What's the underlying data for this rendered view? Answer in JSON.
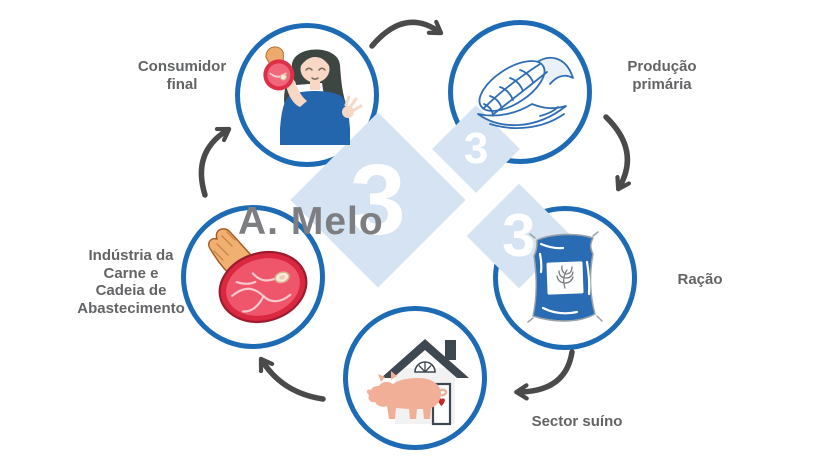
{
  "watermark": {
    "brand": "A. Melo",
    "digit": "3"
  },
  "colors": {
    "circle_border": "#1C6BB4",
    "arrow": "#4A4A4A",
    "label_text": "#636466",
    "watermark_diamond": "#D5E3F2",
    "watermark_digit": "#FFFFFF",
    "watermark_brand": "#7C7E81"
  },
  "cycle": {
    "nodes": [
      {
        "id": "consumidor-final",
        "label": "Consumidor\nfinal",
        "icon": "woman-eating-ham-icon"
      },
      {
        "id": "producao-primaria",
        "label": "Produção\nprimária",
        "icon": "corn-cob-icon"
      },
      {
        "id": "racao",
        "label": "Ração",
        "icon": "feed-sack-icon"
      },
      {
        "id": "sector-suino",
        "label": "Sector suíno",
        "icon": "pig-and-barn-icon"
      },
      {
        "id": "industria-carne",
        "label": "Indústria da\nCarne e\nCadeia de\nAbastecimento",
        "icon": "ham-cut-icon"
      }
    ]
  }
}
